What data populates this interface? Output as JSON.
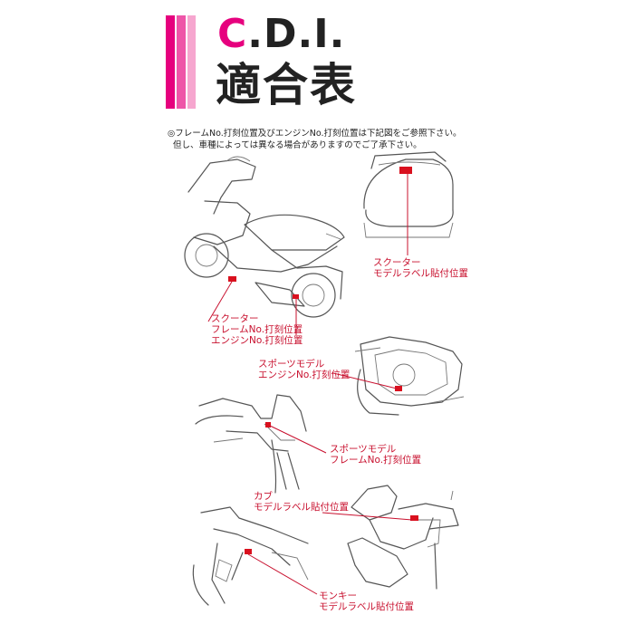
{
  "header": {
    "title_accent": "C",
    "title_rest": ".D.I.",
    "subtitle": "適合表",
    "accent_color": "#e6007e"
  },
  "note": {
    "line1": "◎フレームNo.打刻位置及びエンジンNo.打刻位置は下記図をご参照下さい。",
    "line2": "  但し、車種によっては異なる場合がありますのでご了承下さい。"
  },
  "labels": {
    "scooter_label_pos": "スクーター\nモデルラベル貼付位置",
    "scooter_stamp_pos": "スクーター\nフレームNo.打刻位置\nエンジンNo.打刻位置",
    "sport_engine_pos": "スポーツモデル\nエンジンNo.打刻位置",
    "sport_frame_pos": "スポーツモデル\nフレームNo.打刻位置",
    "cub_label_pos": "カブ\nモデルラベル貼付位置",
    "monkey_label_pos": "モンキー\nモデルラベル貼付位置"
  },
  "colors": {
    "callout": "#c8102e",
    "marker": "#d9101e",
    "line_art": "#555555"
  }
}
